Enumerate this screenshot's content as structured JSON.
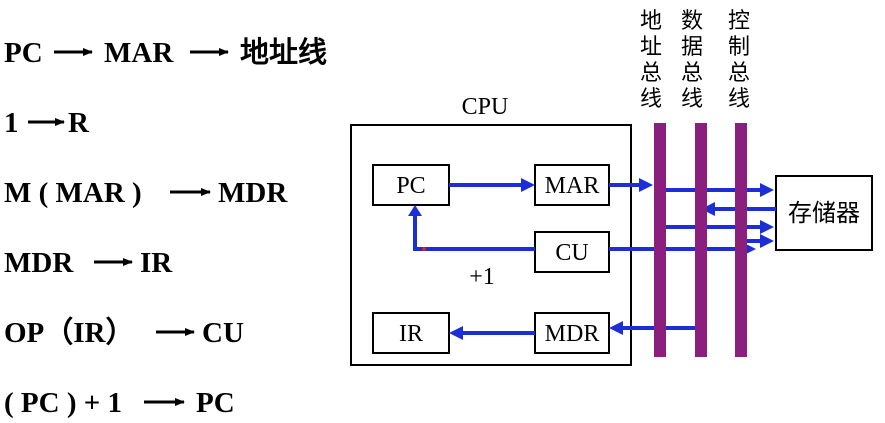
{
  "steps": [
    {
      "lhs": "PC",
      "rhs1": "MAR",
      "rhs2": "地址线"
    },
    {
      "lhs": "1",
      "rhs1": "R"
    },
    {
      "lhs": "M ( MAR )",
      "rhs1": "MDR"
    },
    {
      "lhs": "MDR",
      "rhs1": "IR"
    },
    {
      "lhs": "OP（IR）",
      "rhs1": "CU"
    },
    {
      "lhs": "( PC ) + 1",
      "rhs1": "PC"
    }
  ],
  "diagram": {
    "cpu_label": "CPU",
    "pc_label": "PC",
    "mar_label": "MAR",
    "cu_label": "CU",
    "ir_label": "IR",
    "mdr_label": "MDR",
    "plus_one": "+1",
    "memory_label": "存储器",
    "address_bus": [
      "地",
      "址",
      "总",
      "线"
    ],
    "data_bus": [
      "数",
      "据",
      "总",
      "线"
    ],
    "control_bus": [
      "控",
      "制",
      "总",
      "线"
    ]
  },
  "colors": {
    "arrow": "#1c2fd6",
    "bus": "#8b1f7e"
  }
}
